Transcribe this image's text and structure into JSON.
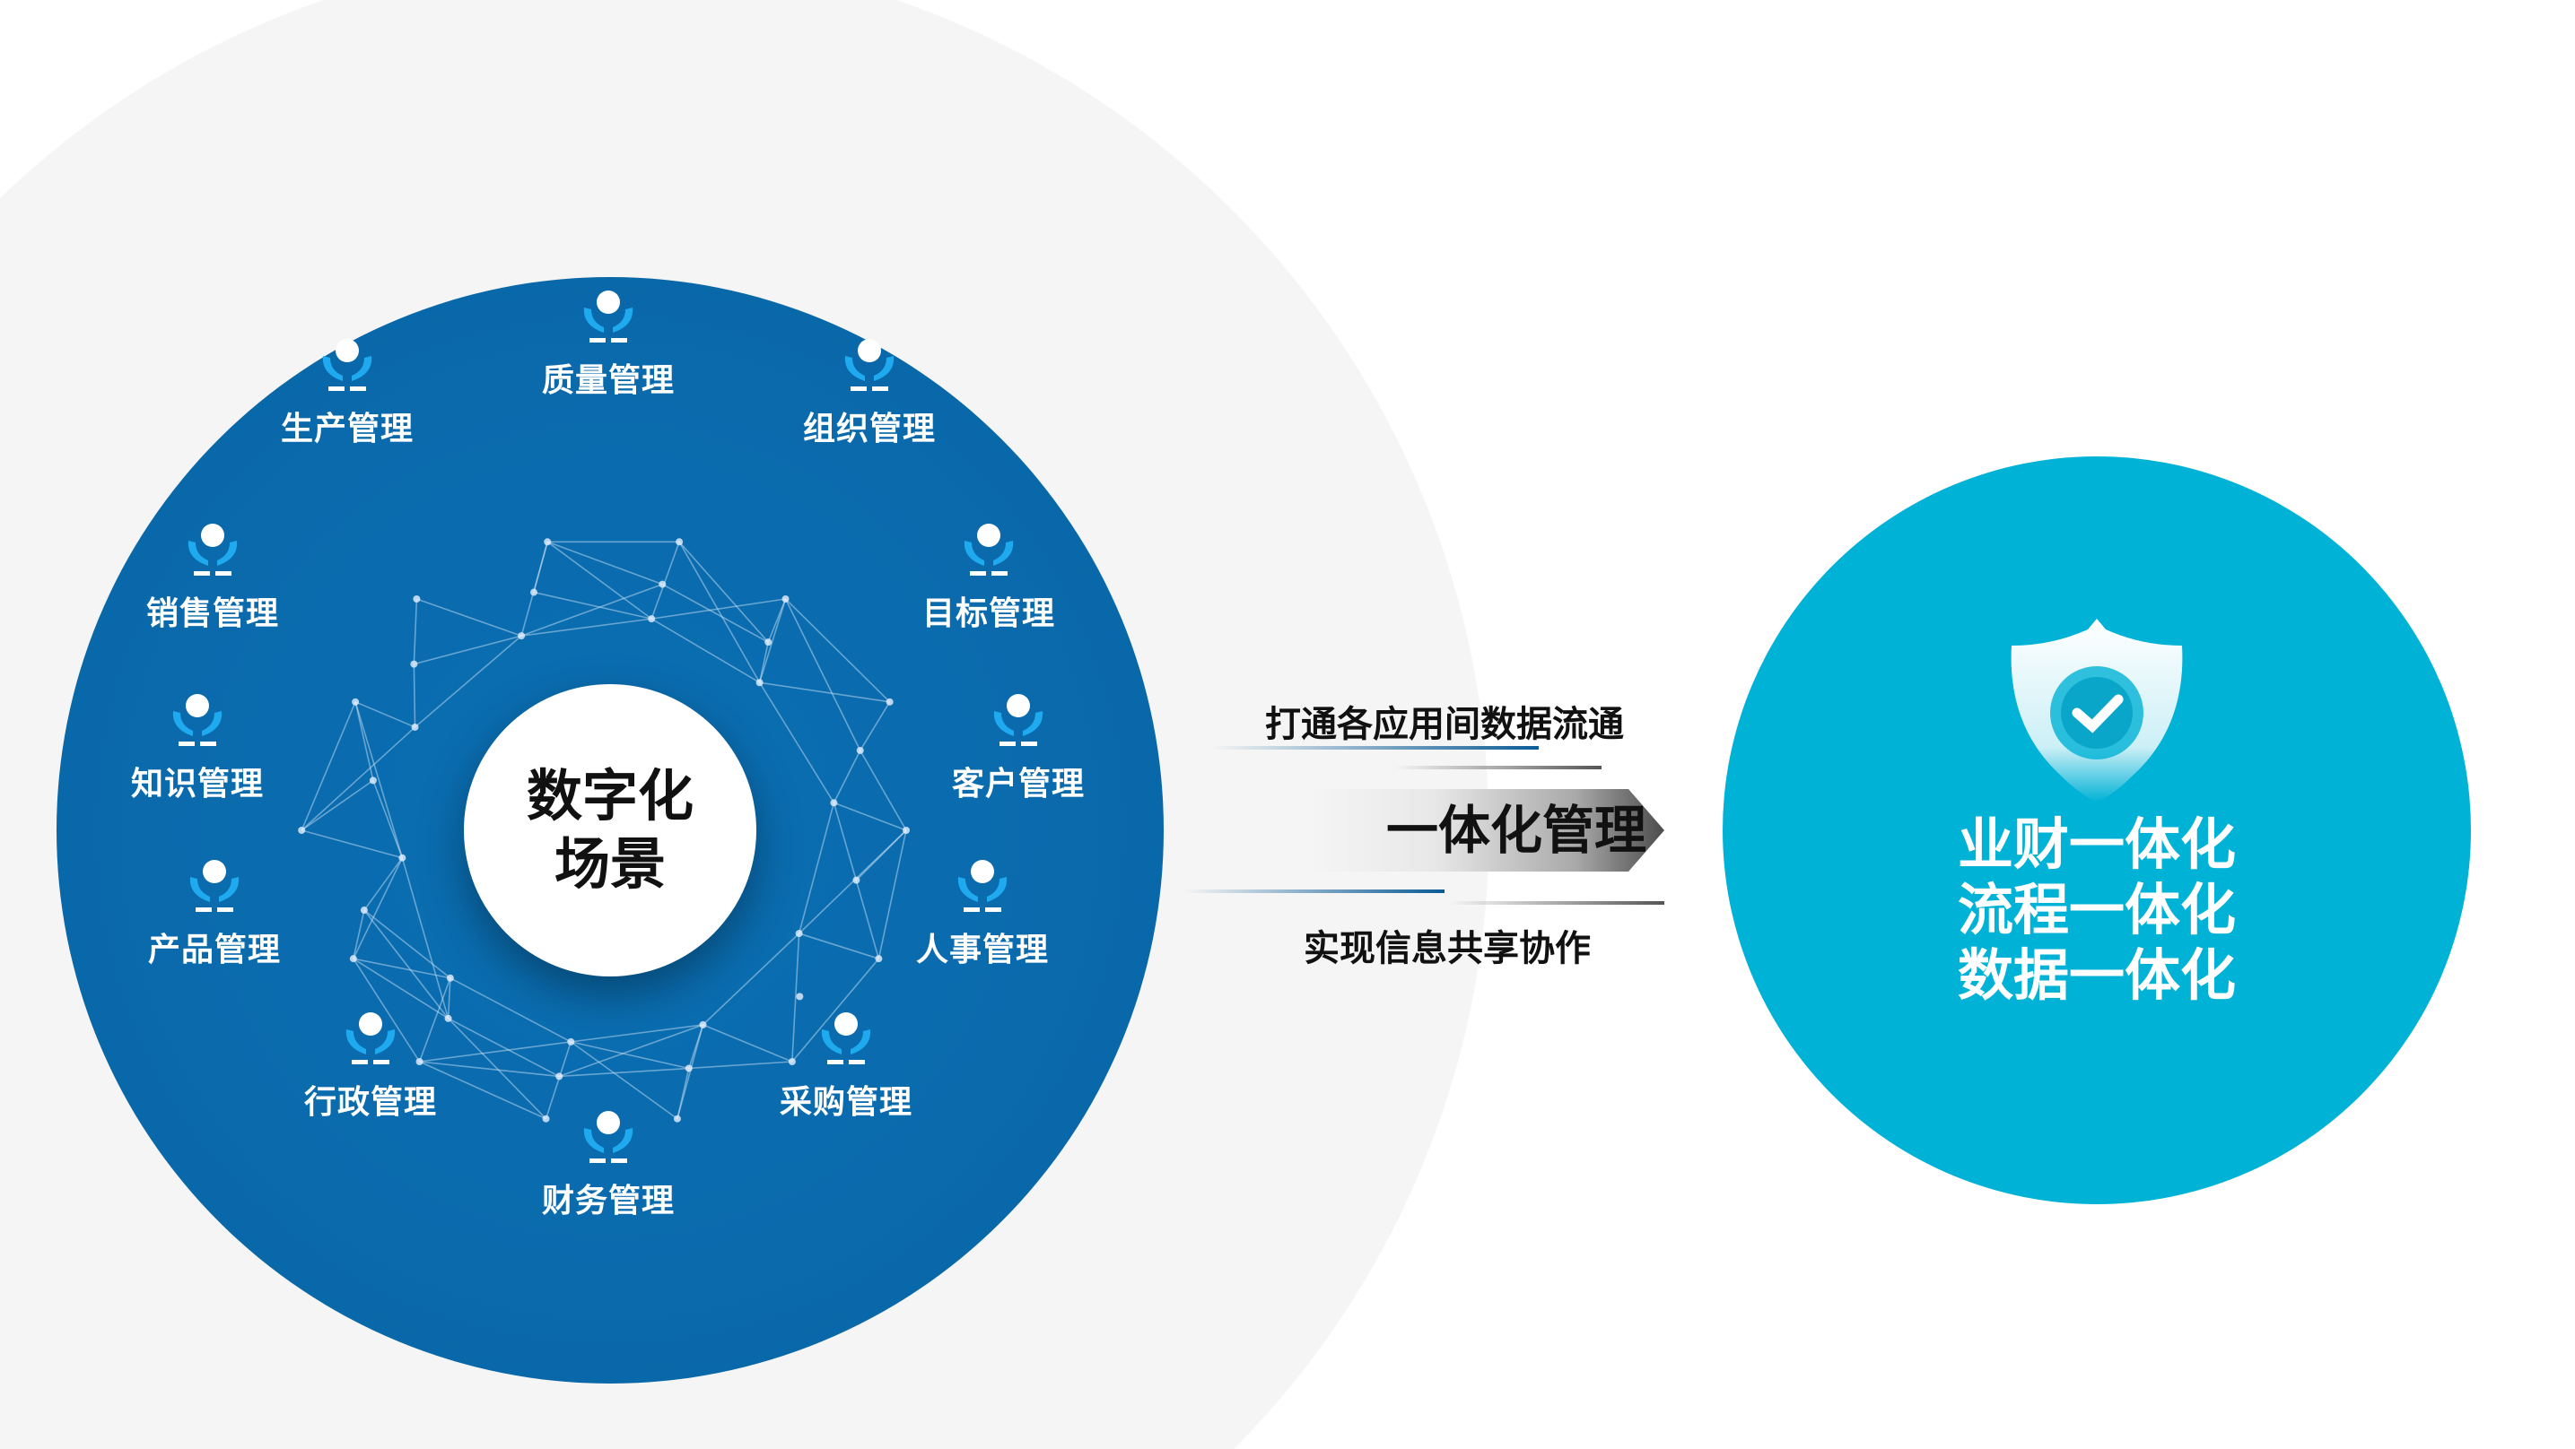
{
  "center": {
    "line1": "数字化",
    "line2": "场景"
  },
  "modules": [
    {
      "label": "质量管理",
      "icon": "globe-hands-icon"
    },
    {
      "label": "组织管理",
      "icon": "medical-cross-hands-icon"
    },
    {
      "label": "目标管理",
      "icon": "layers-hands-icon"
    },
    {
      "label": "客户管理",
      "icon": "plane-hands-icon"
    },
    {
      "label": "人事管理",
      "icon": "person-hands-icon"
    },
    {
      "label": "采购管理",
      "icon": "chart-hands-icon"
    },
    {
      "label": "财务管理",
      "icon": "shield-box-icon"
    },
    {
      "label": "行政管理",
      "icon": "shield-person-icon"
    },
    {
      "label": "产品管理",
      "icon": "house-shield-icon"
    },
    {
      "label": "知识管理",
      "icon": "monitor-shield-icon"
    },
    {
      "label": "销售管理",
      "icon": "dollar-hands-icon"
    },
    {
      "label": "生产管理",
      "icon": "car-shield-icon"
    }
  ],
  "middle": {
    "top_text": "打通各应用间数据流通",
    "arrow_text": "一体化管理",
    "bottom_text": "实现信息共享协作"
  },
  "result": {
    "lines": [
      "业财一体化",
      "流程一体化",
      "数据一体化"
    ],
    "icon": "shield-check-icon"
  },
  "colors": {
    "blue": "#0a6aac",
    "cyan": "#00b2d6",
    "icon_blue": "#1fa9ef",
    "gray_bg": "#f5f5f5"
  }
}
